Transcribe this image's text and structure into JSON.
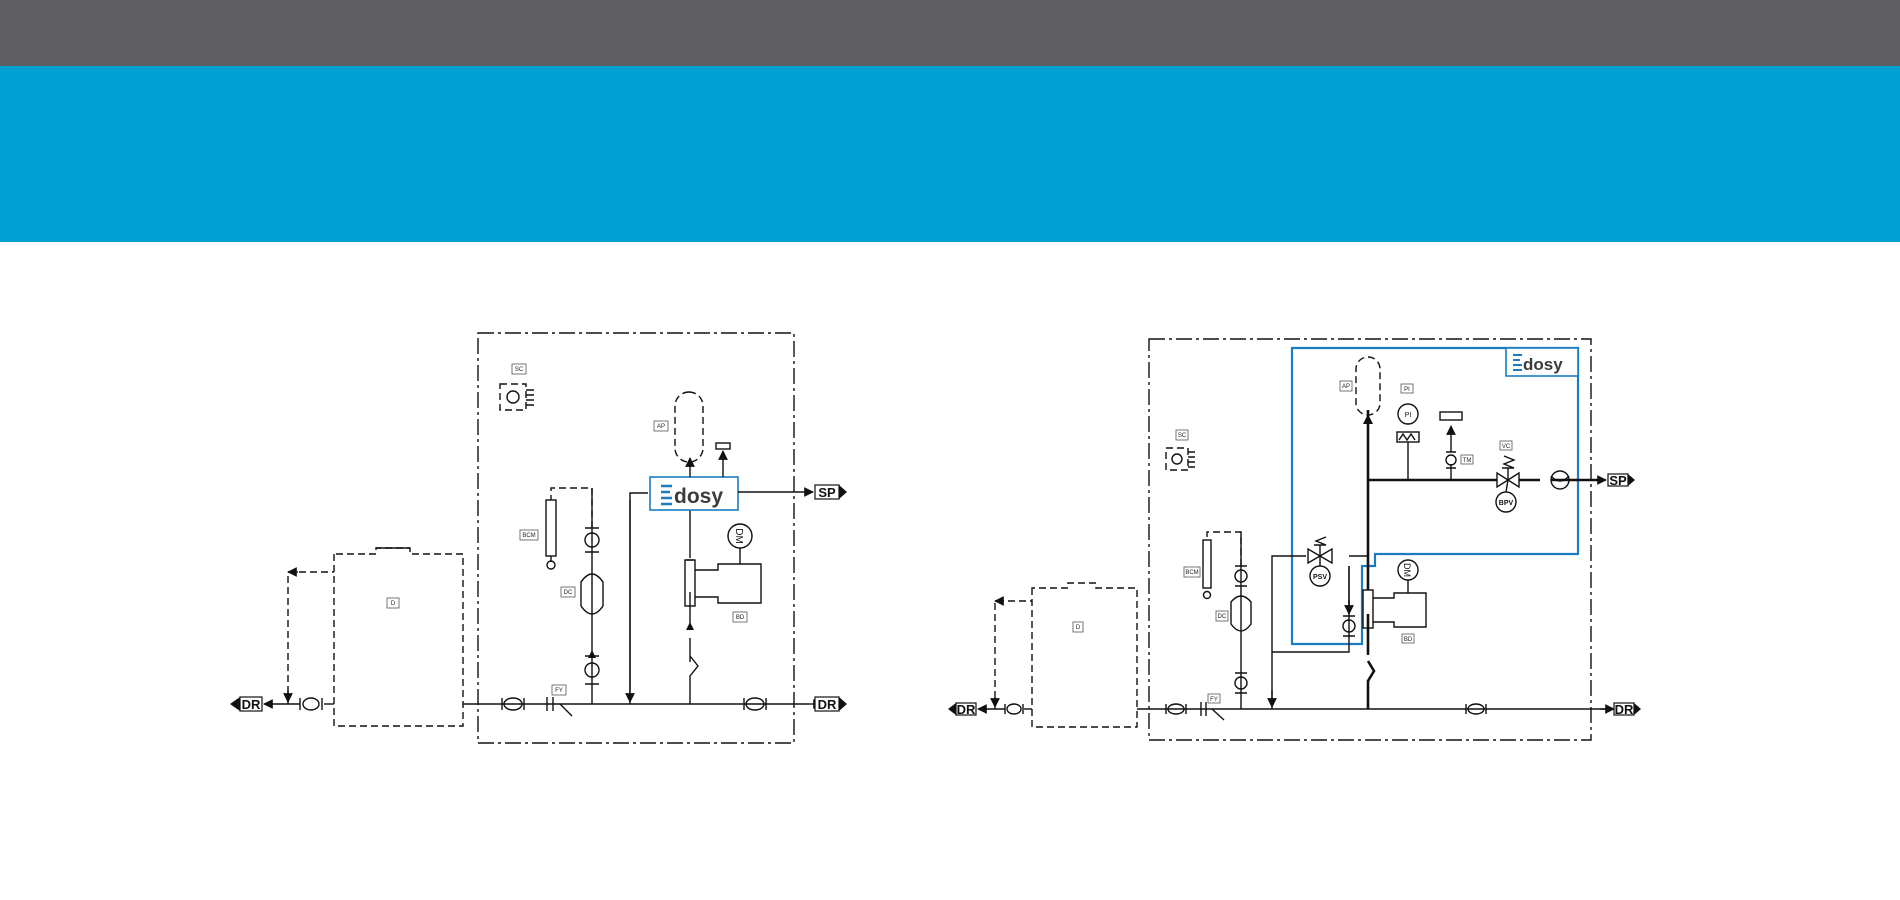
{
  "colors": {
    "top_bar": "#5e5e60",
    "hero_band": "#00a0d4",
    "brand_blue": "#1c7cc2",
    "line": "#111111"
  },
  "brand": {
    "logo_text": "dosy"
  },
  "diagram_left": {
    "tags": {
      "sc": "SC",
      "ap": "AP",
      "bcm": "BCM",
      "dc": "DC",
      "bd": "BD",
      "fy": "FY",
      "d": "D"
    },
    "terminals": {
      "sp": "SP",
      "dr_right": "DR",
      "dr_left": "DR"
    },
    "motor": "DM"
  },
  "diagram_right": {
    "tags": {
      "sc": "SC",
      "ap": "AP",
      "bcm": "BCM",
      "dc": "DC",
      "bd": "BD",
      "fy": "FY",
      "d": "D",
      "pi": "PI",
      "tm": "TM",
      "vc": "VC"
    },
    "instruments": {
      "pi": "PI",
      "psv": "PSV",
      "bpv": "BPV"
    },
    "terminals": {
      "sp": "SP",
      "dr_right": "DR",
      "dr_left": "DR"
    },
    "motor": "DM"
  }
}
